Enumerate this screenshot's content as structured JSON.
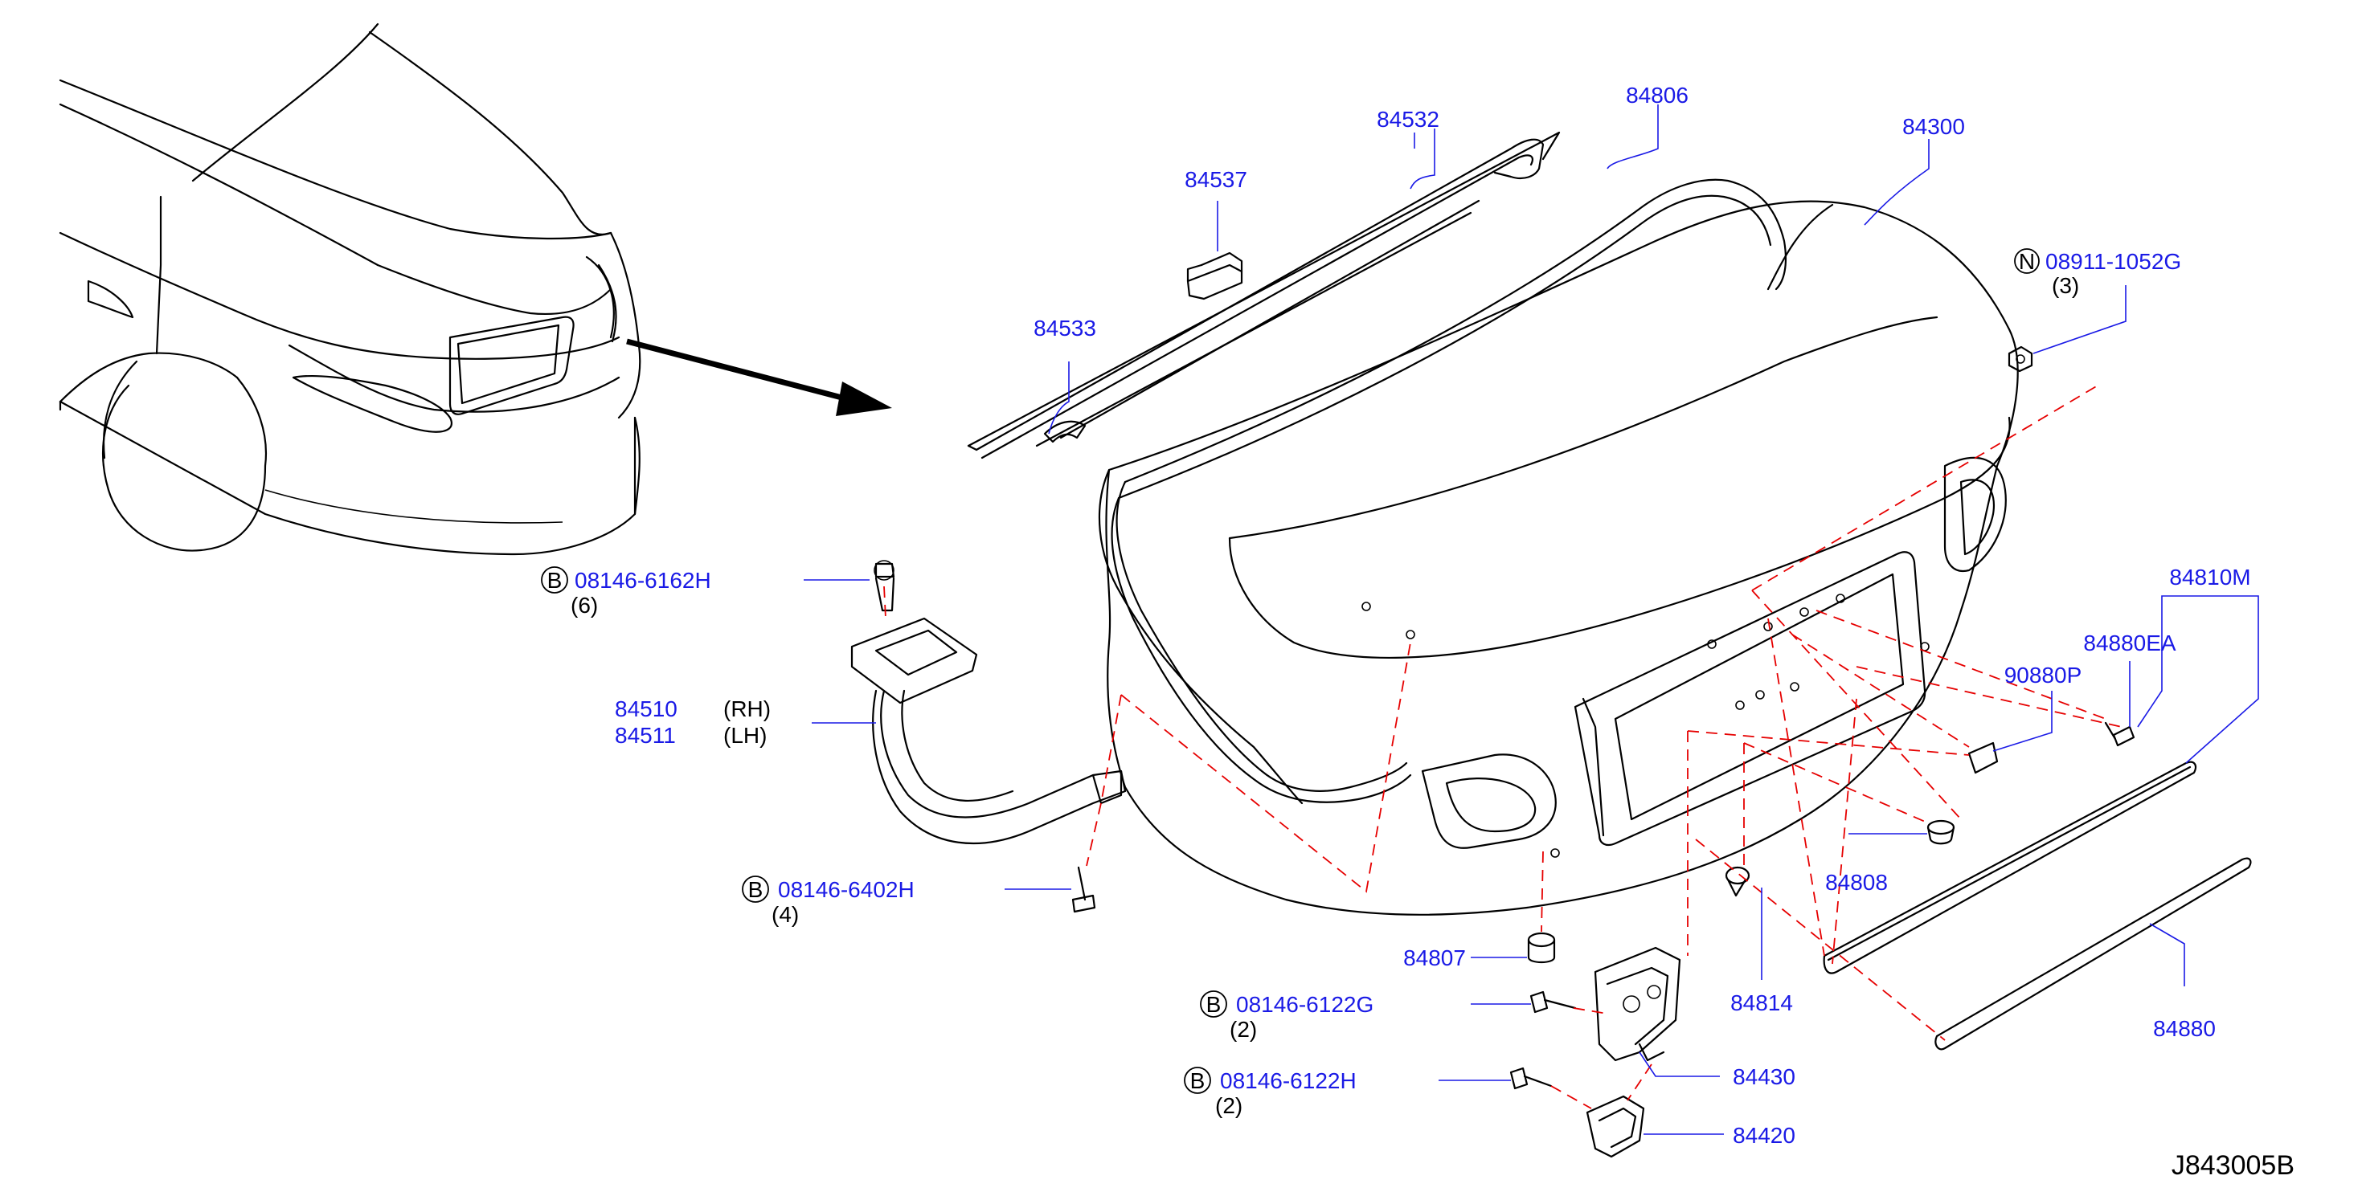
{
  "diagram": {
    "drawing_code": "J843005B",
    "colors": {
      "part_number": "#1a1ae6",
      "text": "#000000",
      "assembly_line": "#e60000",
      "outline": "#000000"
    },
    "callouts": {
      "p84532": "84532",
      "p84806": "84806",
      "p84300": "84300",
      "p84537": "84537",
      "p84533": "84533",
      "n_bolt": {
        "prefix": "N",
        "part": "08911-1052G",
        "qty": "(3)"
      },
      "b_6162": {
        "prefix": "B",
        "part": "08146-6162H",
        "qty": "(6)"
      },
      "hinge": {
        "rh_part": "84510",
        "rh_side": "(RH)",
        "lh_part": "84511",
        "lh_side": "(LH)"
      },
      "b_6402": {
        "prefix": "B",
        "part": "08146-6402H",
        "qty": "(4)"
      },
      "p84810M": "84810M",
      "p84880EA": "84880EA",
      "p90880P": "90880P",
      "p84808": "84808",
      "p84807": "84807",
      "b_6122g": {
        "prefix": "B",
        "part": "08146-6122G",
        "qty": "(2)"
      },
      "p84814": "84814",
      "p84430": "84430",
      "b_6122h": {
        "prefix": "B",
        "part": "08146-6122H",
        "qty": "(2)"
      },
      "p84420": "84420",
      "p84880": "84880"
    }
  }
}
